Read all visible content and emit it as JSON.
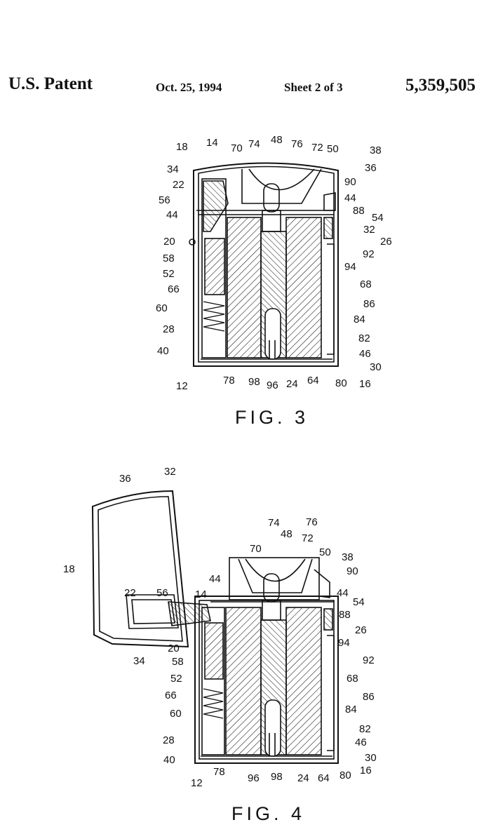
{
  "header": {
    "patent_label": "U.S. Patent",
    "date": "Oct. 25, 1994",
    "sheet": "Sheet 2 of 3",
    "patent_number": "5,359,505"
  },
  "fig3": {
    "caption": "FIG. 3",
    "labels": [
      "18",
      "14",
      "70",
      "74",
      "48",
      "76",
      "72",
      "50",
      "38",
      "36",
      "34",
      "22",
      "90",
      "56",
      "44",
      "44",
      "88",
      "54",
      "32",
      "20",
      "26",
      "58",
      "92",
      "94",
      "52",
      "66",
      "68",
      "60",
      "86",
      "84",
      "28",
      "82",
      "40",
      "46",
      "30",
      "12",
      "78",
      "98",
      "96",
      "24",
      "64",
      "80",
      "16"
    ]
  },
  "fig4": {
    "caption": "FIG. 4",
    "labels": [
      "36",
      "32",
      "74",
      "76",
      "48",
      "72",
      "70",
      "50",
      "38",
      "90",
      "18",
      "44",
      "44",
      "22",
      "56",
      "14",
      "54",
      "88",
      "26",
      "94",
      "20",
      "34",
      "58",
      "92",
      "52",
      "68",
      "66",
      "86",
      "60",
      "84",
      "82",
      "28",
      "46",
      "40",
      "30",
      "12",
      "78",
      "96",
      "98",
      "24",
      "64",
      "80",
      "16"
    ]
  }
}
